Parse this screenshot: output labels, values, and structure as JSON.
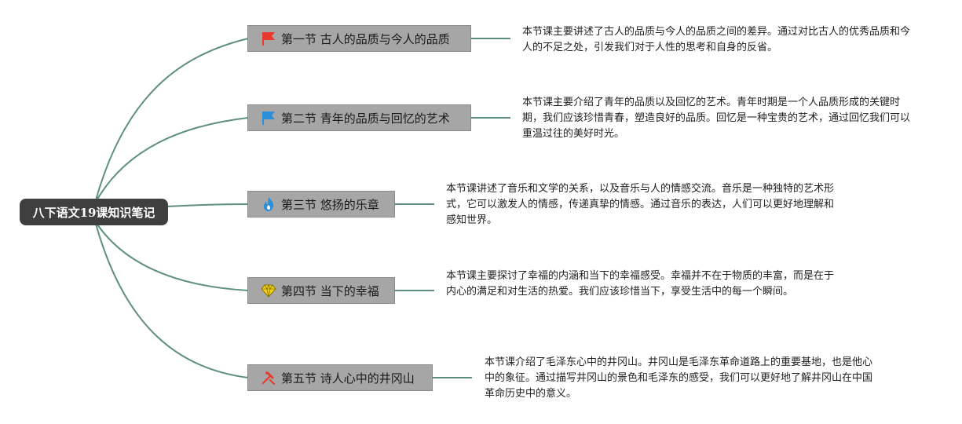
{
  "root": {
    "title": "八下语文19课知识笔记"
  },
  "sections": [
    {
      "label": "第一节 古人的品质与今人的品质",
      "icon": "flag-icon",
      "icon_color": "#e83b2e",
      "description": "本节课主要讲述了古人的品质与今人的品质之间的差异。通过对比古人的优秀品质和今人的不足之处，引发我们对于人性的思考和自身的反省。"
    },
    {
      "label": "第二节 青年的品质与回忆的艺术",
      "icon": "flag-icon",
      "icon_color": "#2b8fd9",
      "description": "本节课主要介绍了青年的品质以及回忆的艺术。青年时期是一个人品质形成的关键时期，我们应该珍惜青春，塑造良好的品质。回忆是一种宝贵的艺术，通过回忆我们可以重温过往的美好时光。"
    },
    {
      "label": "第三节 悠扬的乐章",
      "icon": "flame-icon",
      "icon_color": "#2b8fd9",
      "description": "本节课讲述了音乐和文学的关系，以及音乐与人的情感交流。音乐是一种独特的艺术形式，它可以激发人的情感，传递真挚的情感。通过音乐的表达，人们可以更好地理解和感知世界。"
    },
    {
      "label": "第四节 当下的幸福",
      "icon": "diamond-icon",
      "icon_color": "#f2d21a",
      "description": "本节课主要探讨了幸福的内涵和当下的幸福感受。幸福并不在于物质的丰富，而是在于内心的满足和对生活的热爱。我们应该珍惜当下，享受生活中的每一个瞬间。"
    },
    {
      "label": "第五节 诗人心中的井冈山",
      "icon": "tools-icon",
      "icon_color": "#e83b2e",
      "description": "本节课介绍了毛泽东心中的井冈山。井冈山是毛泽东革命道路上的重要基地，也是他心中的象征。通过描写井冈山的景色和毛泽东的感受，我们可以更好地了解井冈山在中国革命历史中的意义。"
    }
  ],
  "colors": {
    "connector": "#5e8f7d",
    "root_bg": "#3f3f3f",
    "node_bg": "#a6a6a6"
  }
}
